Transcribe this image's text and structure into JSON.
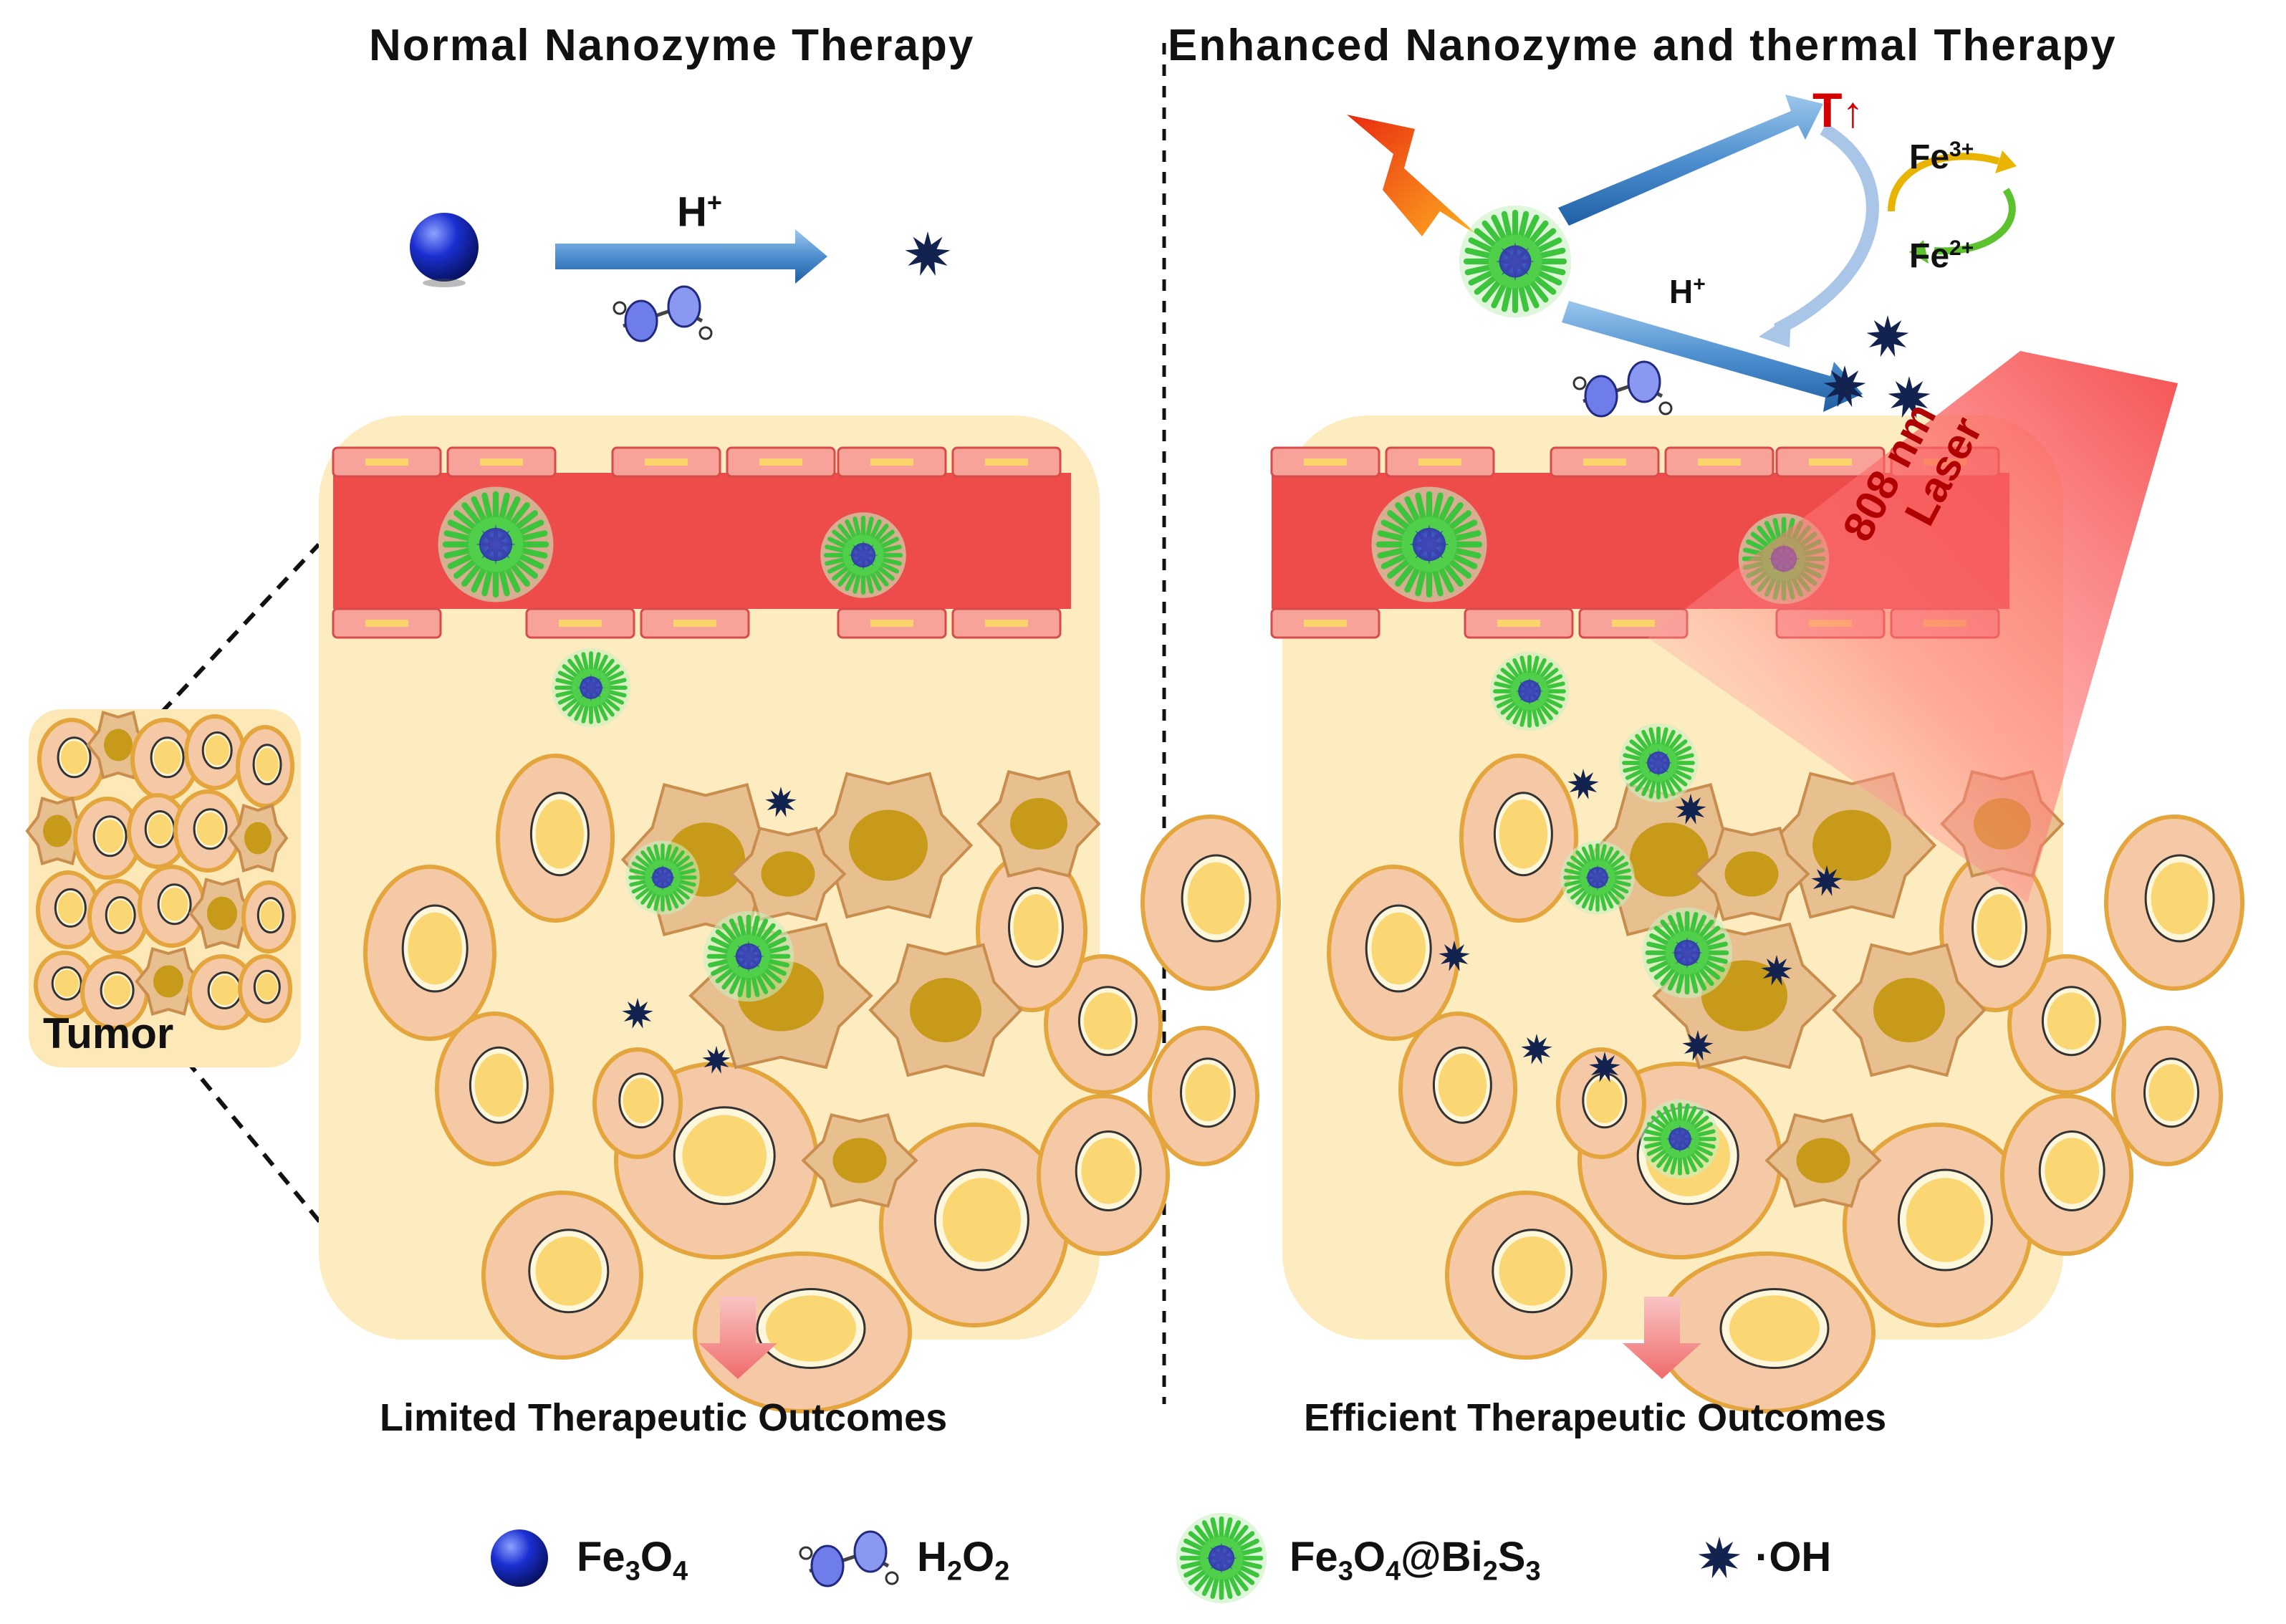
{
  "titles": {
    "left": "Normal Nanozyme Therapy",
    "right": "Enhanced Nanozyme and thermal Therapy"
  },
  "labels": {
    "tumor": "Tumor",
    "h_plus": "H",
    "h_plus_sup": "+",
    "temp": "T",
    "temp_arrow": "↑",
    "fe3": "Fe",
    "fe3_sup": "3+",
    "fe2": "Fe",
    "fe2_sup": "2+",
    "laser_line1": "808 nm",
    "laser_line2": "Laser"
  },
  "outcomes": {
    "left": "Limited Therapeutic Outcomes",
    "right": "Efficient Therapeutic Outcomes"
  },
  "legend": {
    "fe3o4": {
      "a": "Fe",
      "s1": "3",
      "b": "O",
      "s2": "4"
    },
    "h2o2": {
      "a": "H",
      "s1": "2",
      "b": "O",
      "s2": "2"
    },
    "composite": {
      "a": "Fe",
      "s1": "3",
      "b": "O",
      "s2": "4",
      "c": "@Bi",
      "s3": "2",
      "d": "S",
      "s4": "3"
    },
    "oh": "·OH"
  },
  "colors": {
    "vessel": "#ee4b4b",
    "tissue": "#fdecc0",
    "cell_outer": "#f6c9a6",
    "nucleus": "#fbd773",
    "necrotic": "#e0b479",
    "nanoparticle": "#3cc43c",
    "radical": "#12234f",
    "fe3o4_sphere": "#1020b0"
  }
}
